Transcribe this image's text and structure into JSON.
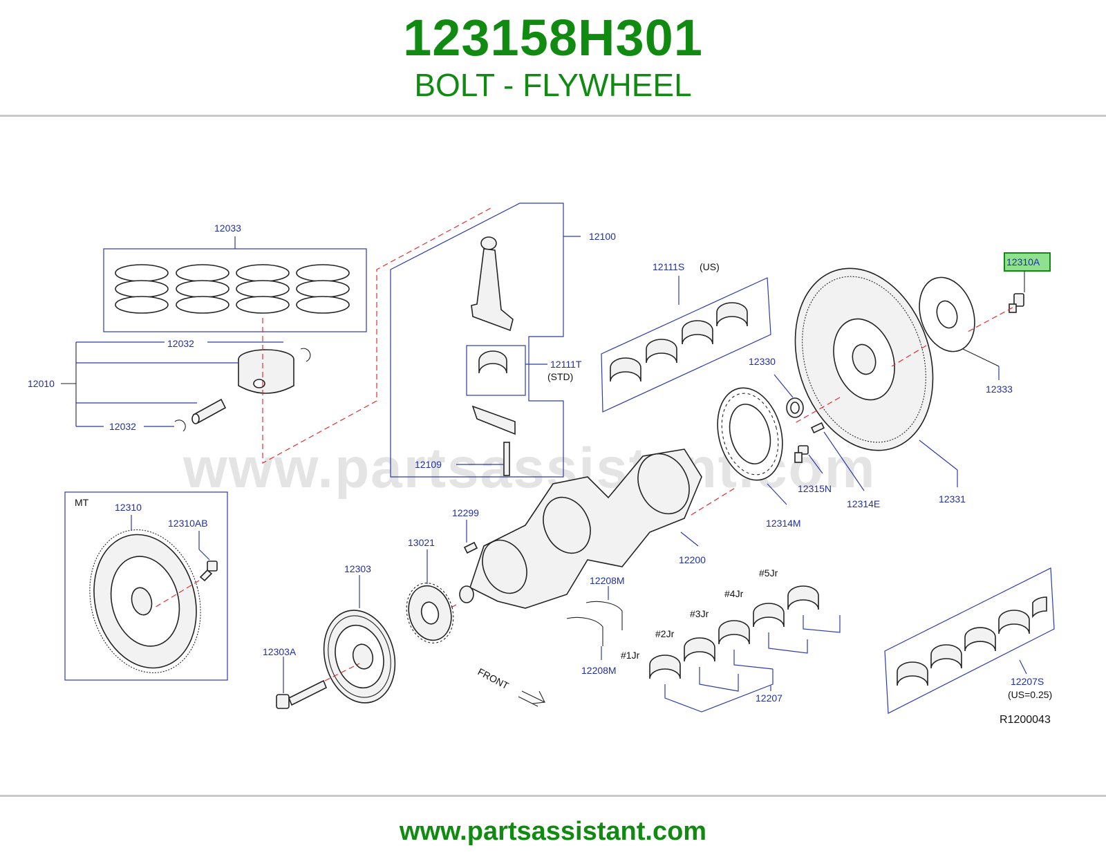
{
  "header": {
    "part_number": "123158H301",
    "part_name": "BOLT - FLYWHEEL"
  },
  "footer": {
    "website": "www.partsassistant.com"
  },
  "watermark": "www.partsassistant.com",
  "diagram_code": "R1200043",
  "colors": {
    "brand_green": "#118a11",
    "label_blue": "#1f2fa6",
    "highlight": "#8fe08f",
    "leader_red": "#e03030"
  },
  "labels": {
    "l12033": "12033",
    "l12100": "12100",
    "l12032a": "12032",
    "l12032b": "12032",
    "l12010": "12010",
    "l12111s": "12111S",
    "l12111s_note": "(US)",
    "l12111t": "12111T",
    "l12111t_note": "(STD)",
    "l12330": "12330",
    "l12310a": "12310A",
    "l12333": "12333",
    "l12109": "12109",
    "l12315n": "12315N",
    "l12314e": "12314E",
    "l12331": "12331",
    "l12314m": "12314M",
    "mt": "MT",
    "l12310": "12310",
    "l12310ab": "12310AB",
    "l12299": "12299",
    "l13021": "13021",
    "l12303": "12303",
    "l12200": "12200",
    "l12208m_a": "12208M",
    "l12208m_b": "12208M",
    "l12303a": "12303A",
    "jr5": "#5Jr",
    "jr4": "#4Jr",
    "jr3": "#3Jr",
    "jr2": "#2Jr",
    "jr1": "#1Jr",
    "l12207": "12207",
    "l12207s": "12207S",
    "l12207s_note": "(US=0.25)",
    "front": "FRONT"
  }
}
